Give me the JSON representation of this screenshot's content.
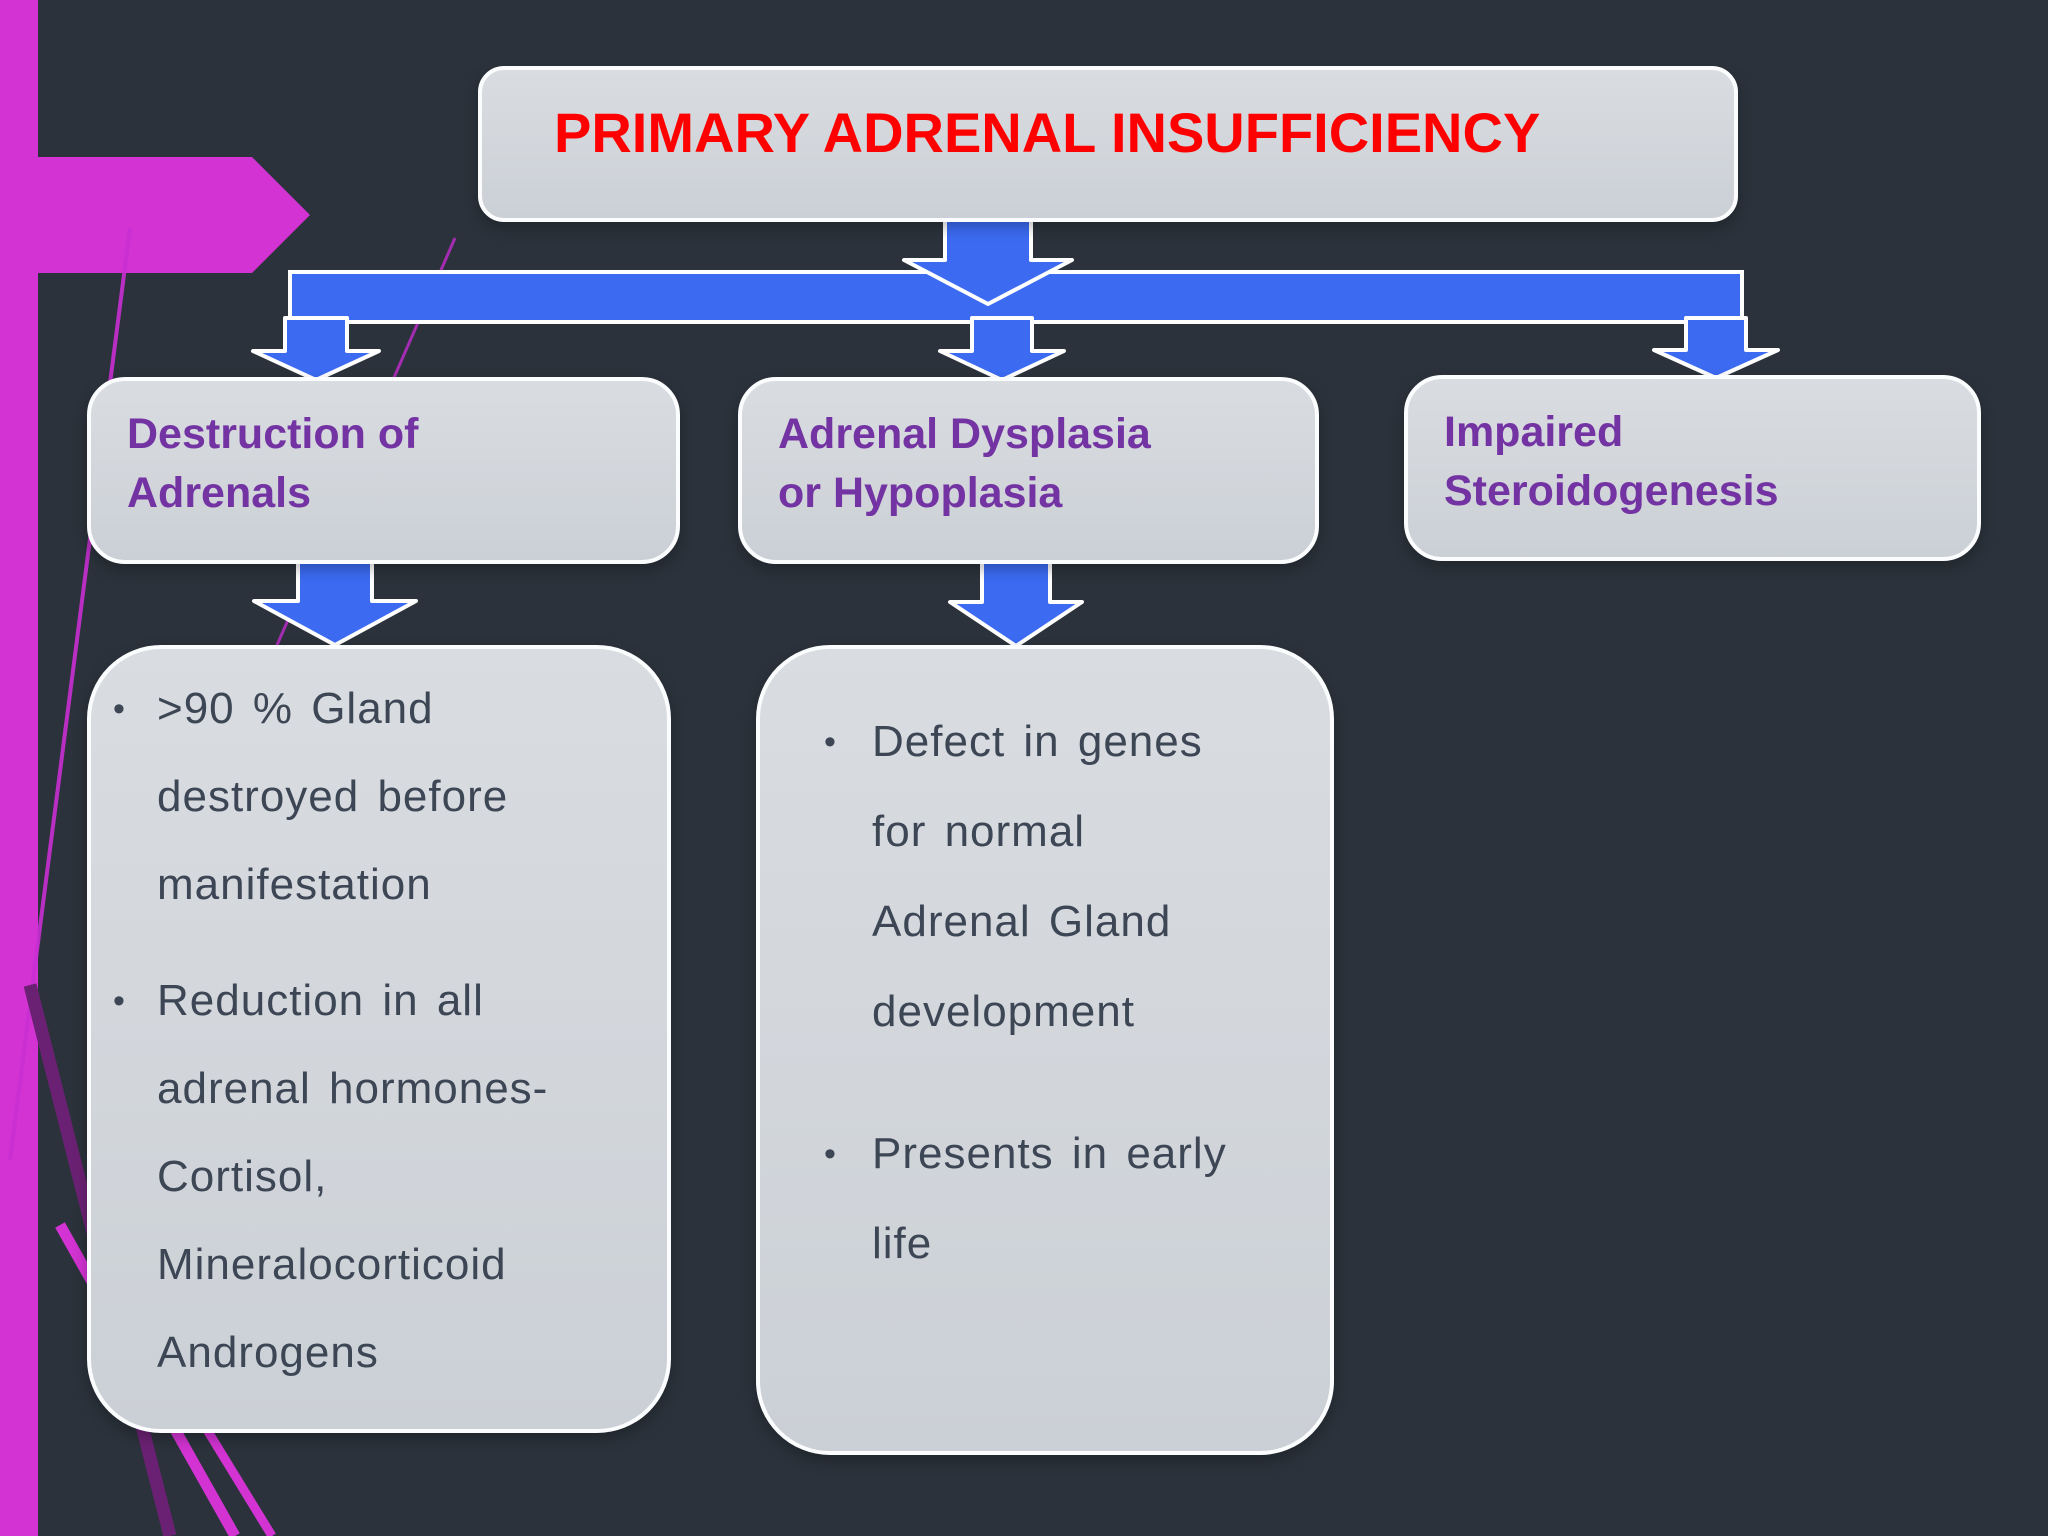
{
  "slide": {
    "title": "PRIMARY ADRENAL INSUFFICIENCY",
    "bullet_glyph": "•",
    "branches": [
      {
        "heading": "Destruction of\nAdrenals",
        "bullets": [
          ">90 % Gland\ndestroyed before\nmanifestation",
          "Reduction in  all\nadrenal  hormones-\nCortisol,\nMineralocorticoid\nAndrogens"
        ]
      },
      {
        "heading": "Adrenal Dysplasia\nor Hypoplasia",
        "bullets": [
          "Defect in  genes\nfor  normal\nAdrenal  Gland\ndevelopment",
          "Presents in  early\nlife"
        ]
      },
      {
        "heading": "Impaired\nSteroidogenesis",
        "bullets": []
      }
    ],
    "colors": {
      "background": "#2b323b",
      "box_fill": "#d3d7dc",
      "box_border": "#fbfcfd",
      "title_red": "#ff0000",
      "heading_purple": "#7333a3",
      "body_text": "#3d4655",
      "connector_blue": "#3c6bf2",
      "accent_magenta": "#d233d2",
      "accent_dark_purple": "#6b2173"
    },
    "connector_style": "block-down-arrow"
  }
}
